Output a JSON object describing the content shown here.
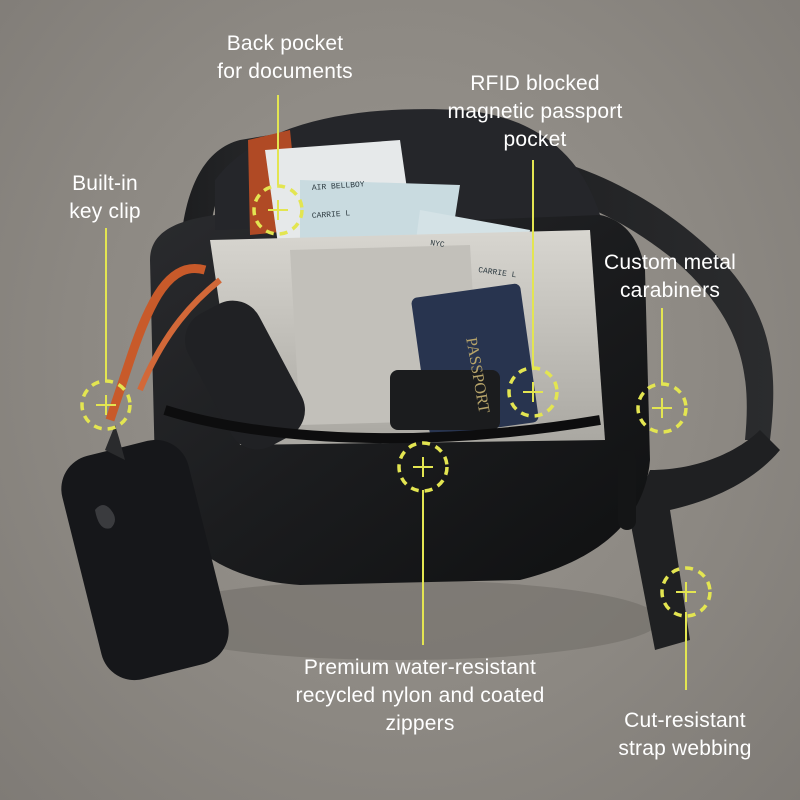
{
  "callouts": {
    "back_pocket": [
      "Back pocket",
      "for documents"
    ],
    "rfid_pocket": [
      "RFID blocked",
      "magnetic passport",
      "pocket"
    ],
    "key_clip": [
      "Built-in",
      "key clip"
    ],
    "carabiners": [
      "Custom metal",
      "carabiners"
    ],
    "nylon": [
      "Premium water-resistant",
      "recycled nylon and coated",
      "zippers"
    ],
    "strap": [
      "Cut-resistant",
      "strap webbing"
    ]
  },
  "documents": {
    "name_label": "AIR BELLBOY",
    "passenger_1": "CARRIE L",
    "passenger_2": "CARRIE L",
    "destination": "NYC",
    "passport": "PASSPORT"
  },
  "colors": {
    "accent": "#e3e551",
    "label_text": "#ffffff",
    "background": "#8d8983",
    "bag": "#1d1e20",
    "cord": "#c85a2a"
  }
}
